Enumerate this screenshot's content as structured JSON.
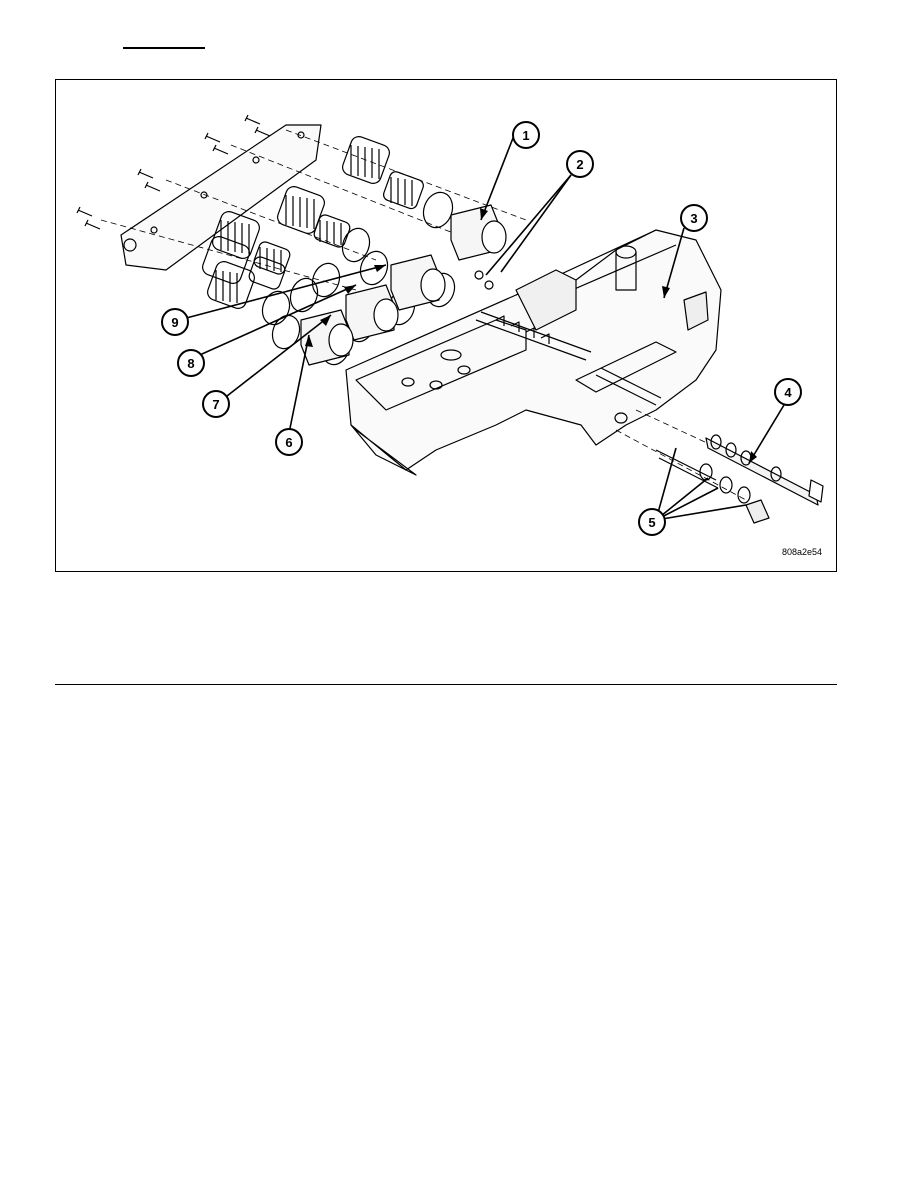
{
  "figure": {
    "code": "808a2e54",
    "callouts": [
      {
        "label": "1"
      },
      {
        "label": "2"
      },
      {
        "label": "3"
      },
      {
        "label": "4"
      },
      {
        "label": "5"
      },
      {
        "label": "6"
      },
      {
        "label": "7"
      },
      {
        "label": "8"
      },
      {
        "label": "9"
      }
    ]
  }
}
